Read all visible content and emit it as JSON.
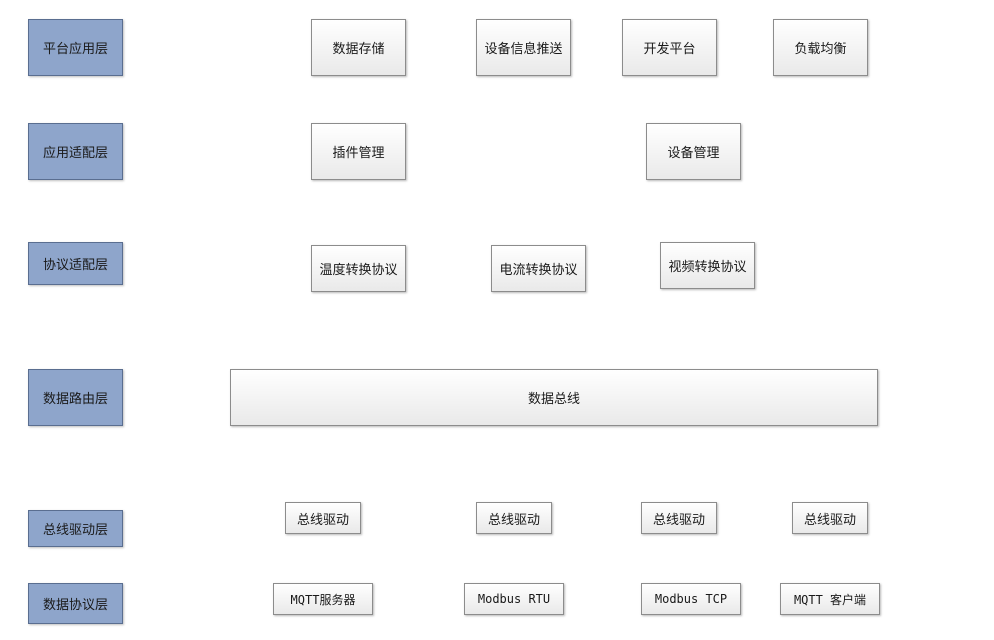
{
  "layers": {
    "platform_app": "平台应用层",
    "app_adapt": "应用适配层",
    "protocol_adapt": "协议适配层",
    "data_route": "数据路由层",
    "bus_driver": "总线驱动层",
    "data_protocol": "数据协议层"
  },
  "platform_app": {
    "data_storage": "数据存储",
    "device_info_push": "设备信息推送",
    "dev_platform": "开发平台",
    "load_balance": "负载均衡"
  },
  "app_adapt": {
    "plugin_mgmt": "插件管理",
    "device_mgmt": "设备管理"
  },
  "protocol_adapt": {
    "temperature": "温度转换协议",
    "current": "电流转换协议",
    "video": "视频转换协议"
  },
  "data_route": {
    "data_bus": "数据总线"
  },
  "bus_driver": {
    "driver_1": "总线驱动",
    "driver_2": "总线驱动",
    "driver_3": "总线驱动",
    "driver_4": "总线驱动"
  },
  "data_protocol": {
    "mqtt_server": "MQTT服务器",
    "modbus_rtu": "Modbus RTU",
    "modbus_tcp": "Modbus TCP",
    "mqtt_client": "MQTT 客户端"
  },
  "colors": {
    "layer_fill": "#8ea5cb",
    "layer_border": "#5a6e90",
    "node_border": "#8c8c8c"
  }
}
